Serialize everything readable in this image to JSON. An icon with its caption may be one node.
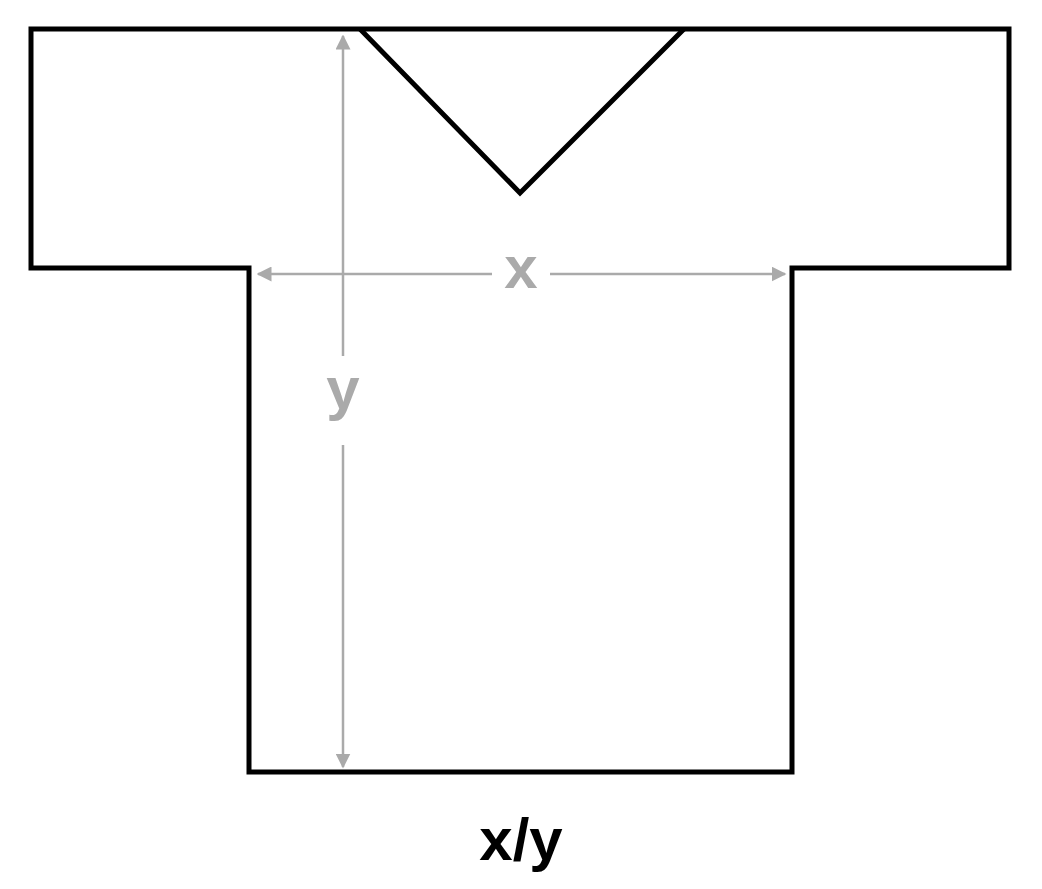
{
  "diagram": {
    "caption": "x/y",
    "labels": [
      "x",
      "y"
    ]
  }
}
